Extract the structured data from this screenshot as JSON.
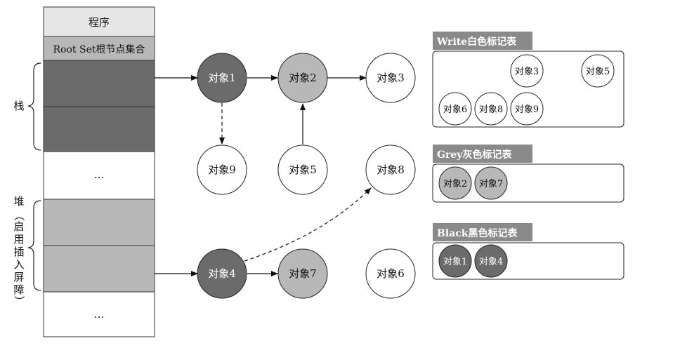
{
  "memory": {
    "program": "程序",
    "root_set": "Root Set根节点集合",
    "ellipsis_1": "…",
    "ellipsis_2": "…",
    "stack_label": "栈",
    "heap_label": [
      "堆",
      "（",
      "启",
      "用",
      "插",
      "入",
      "屏",
      "障",
      "）"
    ]
  },
  "nodes": {
    "obj1": "对象1",
    "obj2": "对象2",
    "obj3": "对象3",
    "obj9": "对象9",
    "obj5": "对象5",
    "obj8": "对象8",
    "obj4": "对象4",
    "obj7": "对象7",
    "obj6": "对象6"
  },
  "tables": {
    "white": {
      "title": "Write白色标记表",
      "items": [
        "对象3",
        "对象5",
        "对象6",
        "对象8",
        "对象9"
      ]
    },
    "grey": {
      "title": "Grey灰色标记表",
      "items": [
        "对象2",
        "对象7"
      ]
    },
    "black": {
      "title": "Black黑色标记表",
      "items": [
        "对象1",
        "对象4"
      ]
    }
  },
  "colors": {
    "dark": "#6b6b6b",
    "grey": "#b8b8b8",
    "light": "#e6e6e6",
    "header": "#8a8a8a",
    "white": "#ffffff"
  }
}
